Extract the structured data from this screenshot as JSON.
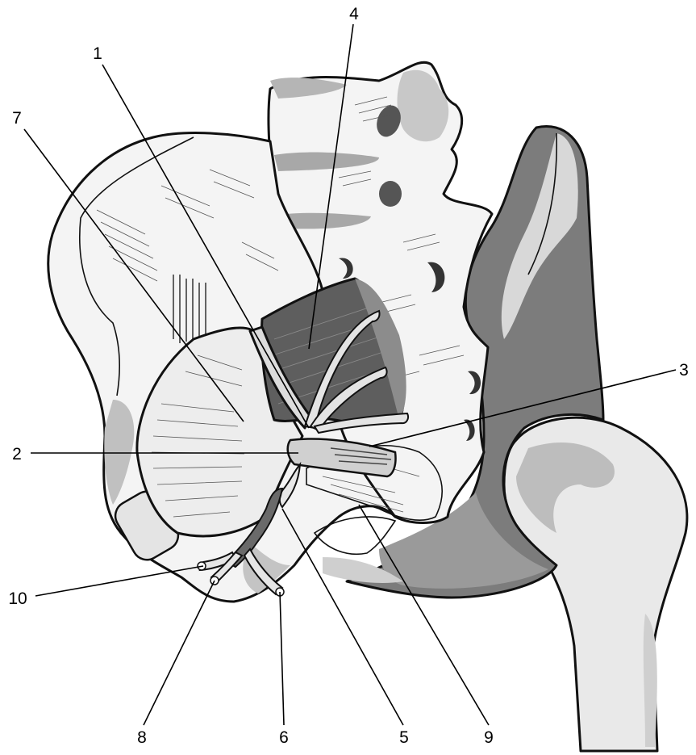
{
  "labels": {
    "l1": "1",
    "l2": "2",
    "l3": "3",
    "l4": "4",
    "l5": "5",
    "l6": "6",
    "l7": "7",
    "l8": "8",
    "l9": "9",
    "l10": "10"
  },
  "colors": {
    "bone_light": "#f4f4f4",
    "bone_mid": "#c9c9c9",
    "bone_dark": "#7a7a7a",
    "muscle_dark": "#5e5e5e",
    "outline": "#111111"
  }
}
